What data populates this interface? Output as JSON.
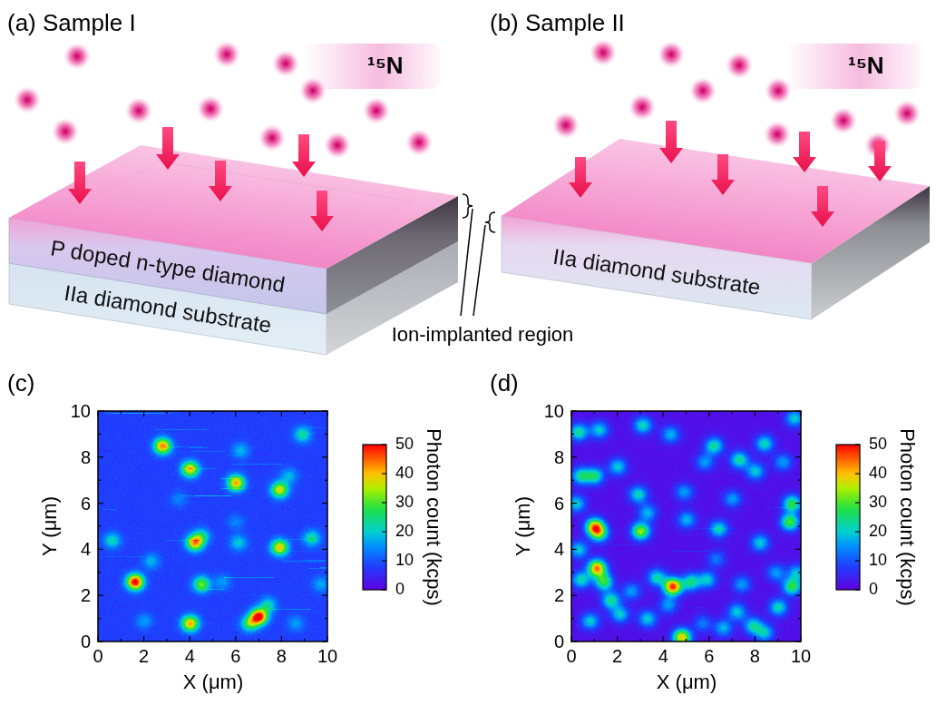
{
  "diagram": {
    "nodes": [
      {
        "text": [
          "P doped n-type diamond"
        ]
      },
      {
        "text": [
          "IIa diamond substrate"
        ]
      },
      {
        "text": [
          "IIa diamond substrate"
        ]
      }
    ],
    "labels": [
      "(a) Sample I",
      "(b) Sample II",
      "¹⁵N",
      "¹⁵N",
      "Ion-implanted region",
      "(c)",
      "(d)",
      "Y (μm)",
      "X (μm)",
      "Photon count (kcps)",
      "0",
      "2",
      "4",
      "6",
      "8",
      "10",
      "0",
      "2",
      "4",
      "6",
      "8",
      "10",
      "0",
      "10",
      "20",
      "30",
      "40",
      "50",
      "Y (μm)",
      "X (μm)",
      "Photon count (kcps)",
      "0",
      "2",
      "4",
      "6",
      "8",
      "10",
      "0",
      "2",
      "4",
      "6",
      "8",
      "10",
      "0",
      "10",
      "20",
      "30",
      "40",
      "50"
    ]
  }
}
